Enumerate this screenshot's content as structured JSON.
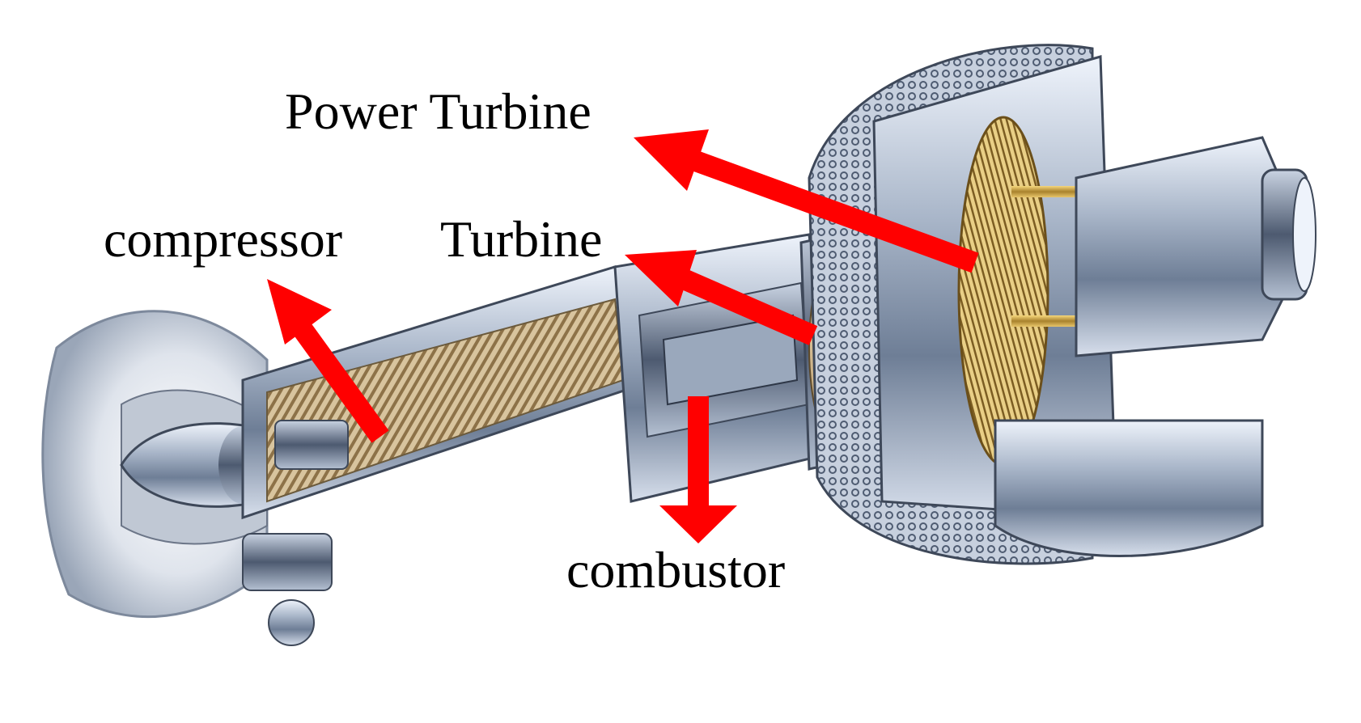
{
  "labels": {
    "power_turbine": "Power Turbine",
    "turbine": "Turbine",
    "compressor": "compressor",
    "combustor": "combustor"
  },
  "colors": {
    "arrow": "#ff0000",
    "label_text": "#000000",
    "background": "#ffffff"
  }
}
